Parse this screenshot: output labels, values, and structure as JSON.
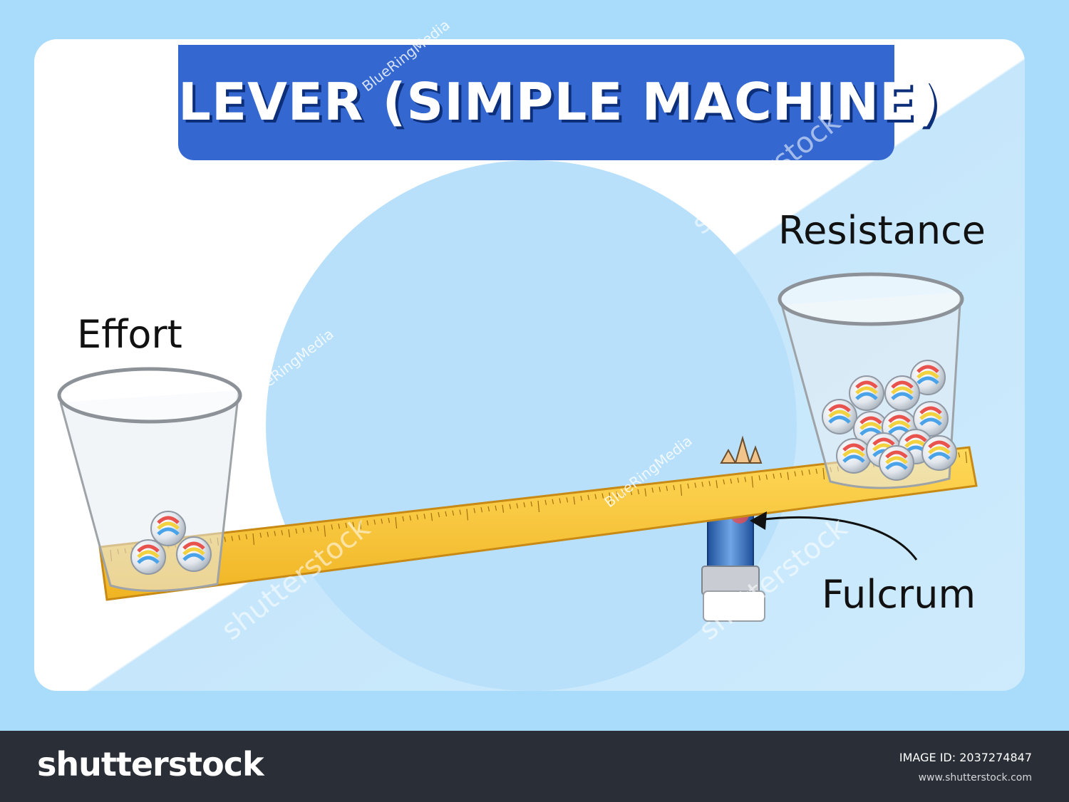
{
  "title": "LEVER (SIMPLE MACHINE)",
  "labels": {
    "effort": "Effort",
    "resistance": "Resistance",
    "fulcrum": "Fulcrum"
  },
  "watermarks": {
    "brand": "BlueRingMedia",
    "stock": "shutterstock"
  },
  "footer": {
    "logo": "shutterstock",
    "image_id": "IMAGE ID: 2037274847",
    "url": "www.shutterstock.com"
  },
  "colors": {
    "background": "#a9dbfb",
    "title_banner": "#3468d0",
    "ruler": "#f5c235",
    "footer": "#2a2e36"
  },
  "marbles": {
    "effort_count": 3,
    "resistance_count": 12
  }
}
